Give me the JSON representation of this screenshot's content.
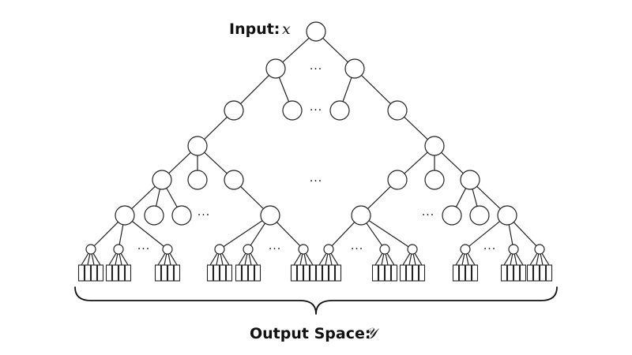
{
  "title": {
    "input_label": "Input:",
    "input_symbol": "x",
    "output_label": "Output Space:",
    "output_symbol": "𝒴"
  },
  "ellipsis": "···",
  "colors": {
    "stroke": "#222222",
    "node_fill": "#ffffff",
    "background": "#ffffff"
  }
}
